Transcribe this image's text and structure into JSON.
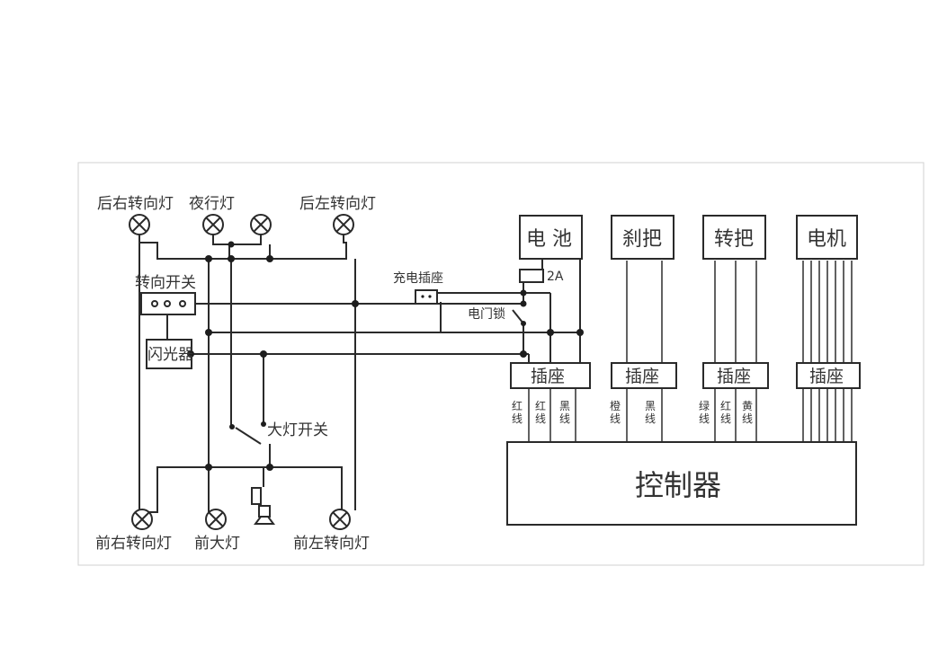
{
  "lamps": {
    "rear_right": "后右转向灯",
    "night": "夜行灯",
    "rear_left": "后左转向灯",
    "front_right": "前右转向灯",
    "headlight": "前大灯",
    "front_left": "前左转向灯"
  },
  "switches": {
    "turn_switch": "转向开关",
    "flasher": "闪光器",
    "headlight_switch": "大灯开关",
    "charge_socket": "充电插座",
    "door_lock": "电门锁",
    "fuse": "2A"
  },
  "components": {
    "battery": "电 池",
    "brake": "刹把",
    "throttle": "转把",
    "motor": "电机",
    "socket": "插座",
    "controller": "控制器"
  },
  "wires": {
    "w1": [
      "红",
      "线"
    ],
    "w2": [
      "红",
      "线"
    ],
    "w3": [
      "黑",
      "线"
    ],
    "w4": [
      "橙",
      "线"
    ],
    "w5": [
      "黑",
      "线"
    ],
    "w6": [
      "绿",
      "线"
    ],
    "w7": [
      "红",
      "线"
    ],
    "w8": [
      "黄",
      "线"
    ]
  }
}
